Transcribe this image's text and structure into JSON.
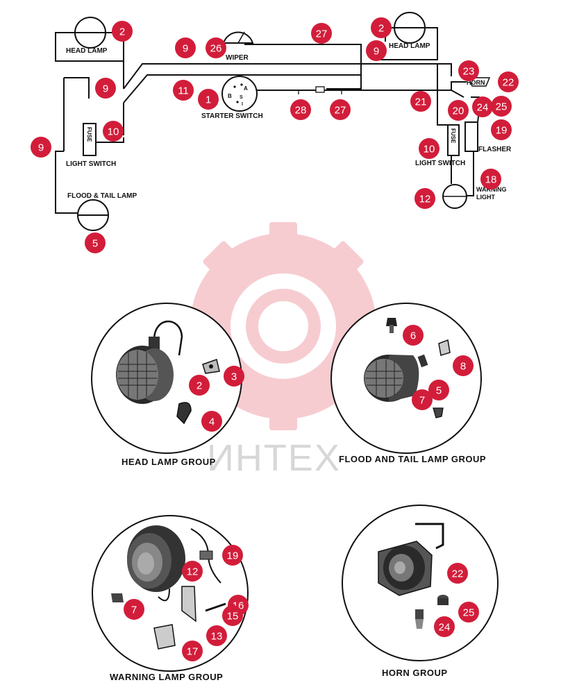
{
  "watermark": {
    "text": "ИНТЕХ",
    "color": "#f3b0b0"
  },
  "accent_color": "#d21d3a",
  "schematic_labels": {
    "head_lamp_left": "HEAD LAMP",
    "head_lamp_right": "HEAD LAMP",
    "wiper": "WIPER",
    "starter_switch": "STARTER SWITCH",
    "starter_b": "B",
    "starter_a": "A",
    "starter_s": "S",
    "starter_i": "I",
    "light_switch_left": "LIGHT SWITCH",
    "light_switch_right": "LIGHT SWITCH",
    "fuse_left": "FUSE",
    "fuse_right": "FUSE",
    "flood_tail_lamp": "FLOOD & TAIL LAMP",
    "horn": "HORN",
    "flasher": "FLASHER",
    "warning_light_1": "WARNING",
    "warning_light_2": "LIGHT"
  },
  "groups": {
    "head_lamp": "HEAD LAMP GROUP",
    "flood_tail": "FLOOD AND TAIL LAMP GROUP",
    "warning_lamp": "WARNING LAMP GROUP",
    "horn": "HORN GROUP"
  },
  "callouts": [
    {
      "id": "callout-2-head-left",
      "n": "2"
    },
    {
      "id": "callout-26",
      "n": "26"
    },
    {
      "id": "callout-27-top",
      "n": "27"
    },
    {
      "id": "callout-2-head-right",
      "n": "2"
    },
    {
      "id": "callout-9-right",
      "n": "9"
    },
    {
      "id": "callout-9-center",
      "n": "9"
    },
    {
      "id": "callout-9-left-upper",
      "n": "9"
    },
    {
      "id": "callout-11",
      "n": "11"
    },
    {
      "id": "callout-1",
      "n": "1"
    },
    {
      "id": "callout-23",
      "n": "23"
    },
    {
      "id": "callout-22-top",
      "n": "22"
    },
    {
      "id": "callout-21",
      "n": "21"
    },
    {
      "id": "callout-24-top",
      "n": "24"
    },
    {
      "id": "callout-25-top",
      "n": "25"
    },
    {
      "id": "callout-28",
      "n": "28"
    },
    {
      "id": "callout-27-mid",
      "n": "27"
    },
    {
      "id": "callout-20",
      "n": "20"
    },
    {
      "id": "callout-19-top",
      "n": "19"
    },
    {
      "id": "callout-10-left",
      "n": "10"
    },
    {
      "id": "callout-9-far-left",
      "n": "9"
    },
    {
      "id": "callout-10-right",
      "n": "10"
    },
    {
      "id": "callout-18",
      "n": "18"
    },
    {
      "id": "callout-12-top",
      "n": "12"
    },
    {
      "id": "callout-5-top",
      "n": "5"
    },
    {
      "id": "callout-6",
      "n": "6"
    },
    {
      "id": "callout-8",
      "n": "8"
    },
    {
      "id": "callout-3",
      "n": "3"
    },
    {
      "id": "callout-2-group",
      "n": "2"
    },
    {
      "id": "callout-5-group",
      "n": "5"
    },
    {
      "id": "callout-7-flood",
      "n": "7"
    },
    {
      "id": "callout-4",
      "n": "4"
    },
    {
      "id": "callout-19-group",
      "n": "19"
    },
    {
      "id": "callout-12-group",
      "n": "12"
    },
    {
      "id": "callout-7-warning",
      "n": "7"
    },
    {
      "id": "callout-16",
      "n": "16"
    },
    {
      "id": "callout-15",
      "n": "15"
    },
    {
      "id": "callout-13",
      "n": "13"
    },
    {
      "id": "callout-17",
      "n": "17"
    },
    {
      "id": "callout-22-group",
      "n": "22"
    },
    {
      "id": "callout-25-group",
      "n": "25"
    },
    {
      "id": "callout-24-group",
      "n": "24"
    }
  ]
}
